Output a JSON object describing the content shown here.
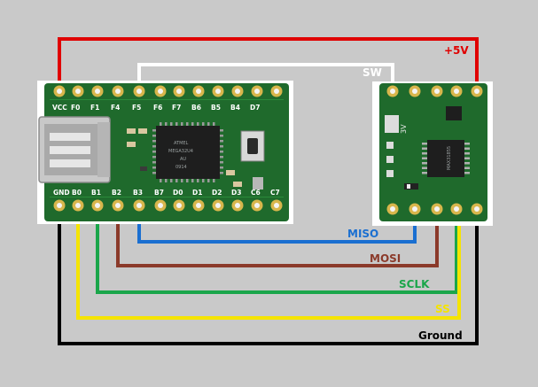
{
  "wires": [
    {
      "id": "vcc",
      "label": "+5V",
      "color": "#e00000"
    },
    {
      "id": "sw",
      "label": "SW",
      "color": "#ffffff"
    },
    {
      "id": "miso",
      "label": "MISO",
      "color": "#1a6fd1"
    },
    {
      "id": "mosi",
      "label": "MOSI",
      "color": "#8b3a2a"
    },
    {
      "id": "sclk",
      "label": "SCLK",
      "color": "#1aa64a"
    },
    {
      "id": "ss",
      "label": "SS",
      "color": "#f5e400"
    },
    {
      "id": "ground",
      "label": "Ground",
      "color": "#000000"
    }
  ],
  "teensy": {
    "top_pins": [
      "VCC",
      "F0",
      "F1",
      "F4",
      "F5",
      "F6",
      "F7",
      "B6",
      "B5",
      "B4",
      "D7"
    ],
    "bottom_pins": [
      "GND",
      "B0",
      "B1",
      "B2",
      "B3",
      "B7",
      "D0",
      "D1",
      "D2",
      "D3",
      "C6",
      "C7"
    ],
    "chip_text": [
      "ATMEL",
      "MEGA32U4",
      "AU",
      "0914"
    ]
  },
  "sensor": {
    "side_label": "3V",
    "chip_text": "MAX31855"
  }
}
